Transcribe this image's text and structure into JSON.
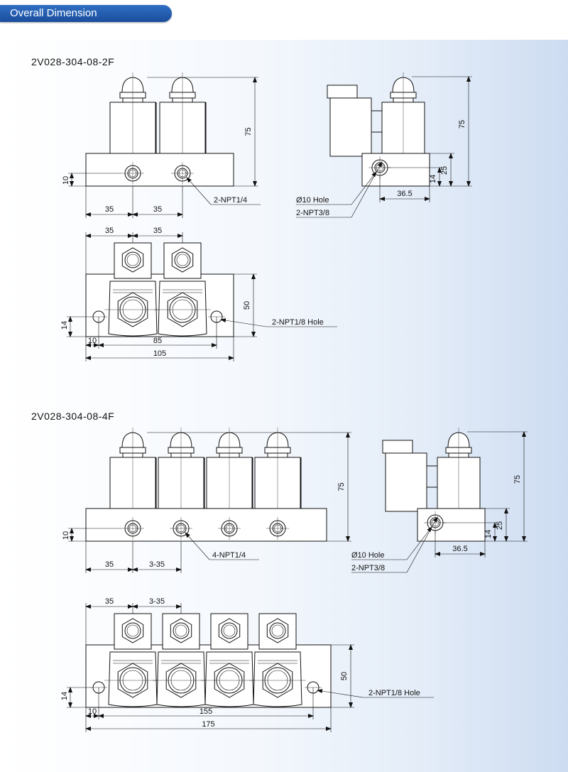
{
  "header": {
    "title": "Overall Dimension",
    "accent_color": "#1f56a8"
  },
  "models": [
    {
      "name": "2V028-304-08-2F",
      "front": {
        "width_dim": "35",
        "pitch_dim": "35",
        "height_dim": "75",
        "port_height_dim": "10",
        "port_label": "2-NPT1/4"
      },
      "side": {
        "height_dim": "75",
        "dim_25": "25",
        "dim_14": "14",
        "depth_dim": "36.5",
        "hole_label": "Ø10 Hole",
        "port_label": "2-NPT3/8"
      },
      "top": {
        "dim_35a": "35",
        "dim_35b": "35",
        "depth_dim": "50",
        "hole_y_dim": "14",
        "edge_dim": "10",
        "hole_pitch_dim": "85",
        "total_length_dim": "105",
        "hole_label": "2-NPT1/8 Hole"
      }
    },
    {
      "name": "2V028-304-08-4F",
      "front": {
        "width_dim": "35",
        "pitch_dim": "3-35",
        "height_dim": "75",
        "port_height_dim": "10",
        "port_label": "4-NPT1/4"
      },
      "side": {
        "height_dim": "75",
        "dim_25": "25",
        "dim_14": "14",
        "depth_dim": "36.5",
        "hole_label": "Ø10 Hole",
        "port_label": "2-NPT3/8"
      },
      "top": {
        "dim_35a": "35",
        "dim_35b": "3-35",
        "depth_dim": "50",
        "hole_y_dim": "14",
        "edge_dim": "10",
        "hole_pitch_dim": "155",
        "total_length_dim": "175",
        "hole_label": "2-NPT1/8 Hole"
      }
    }
  ]
}
